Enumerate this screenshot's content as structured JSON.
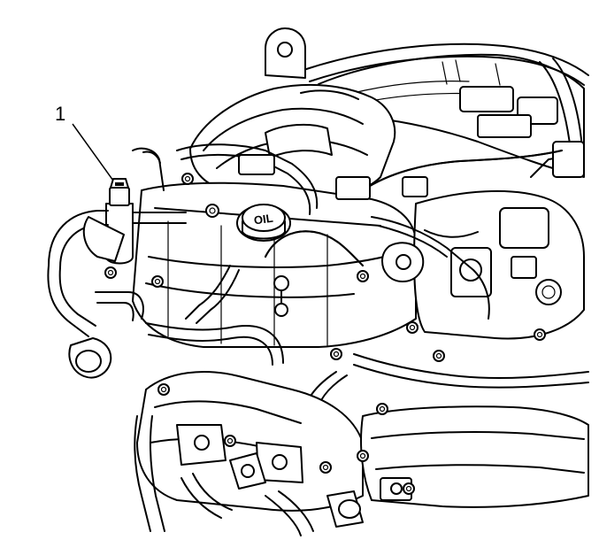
{
  "callouts": [
    {
      "id": "1",
      "label": "1"
    }
  ],
  "cap_text": "OIL"
}
